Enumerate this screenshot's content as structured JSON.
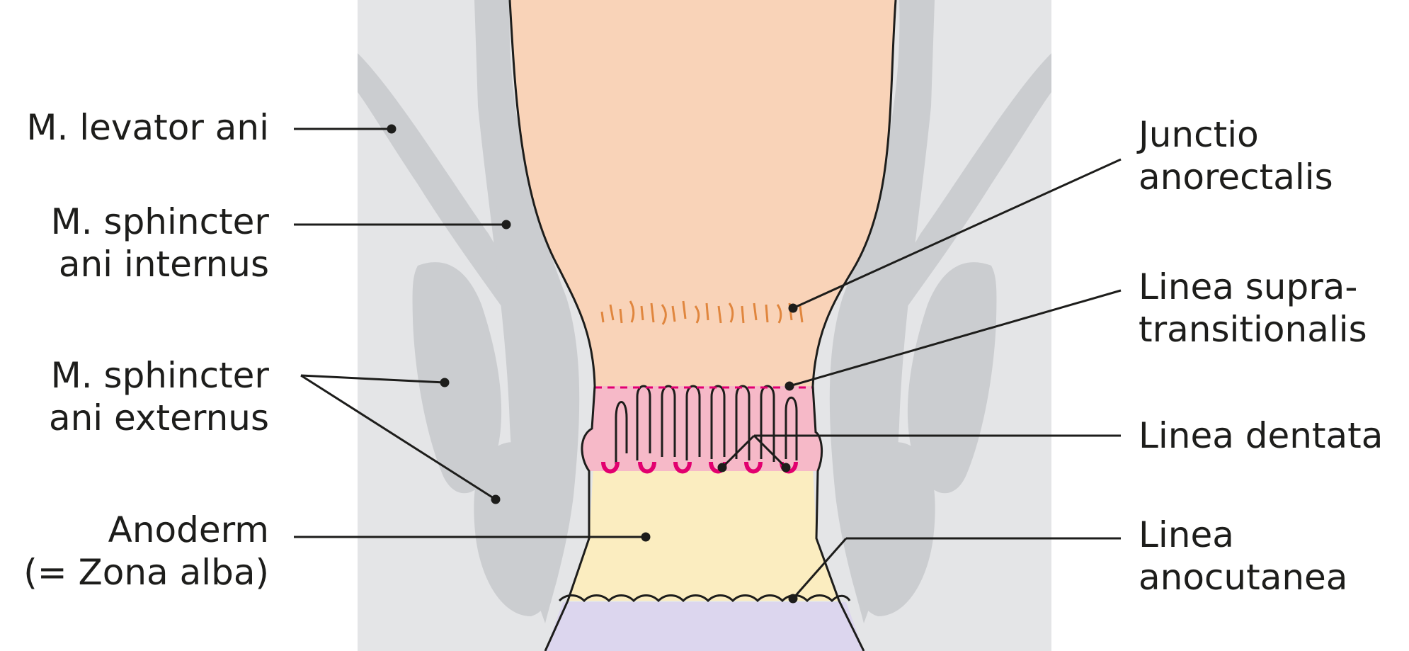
{
  "colors": {
    "background_panel": "#e4e5e7",
    "muscle": "#cbcdd0",
    "rectum_mucosa": "#f9d3b8",
    "transition_zone": "#f6b9c8",
    "anoderm": "#fbedc0",
    "skin": "#dcd6ee",
    "crypt_marks": "#e2006f",
    "junction_marks": "#e0863e",
    "outline": "#1d1d1b"
  },
  "labels_left": [
    {
      "id": "levator",
      "lines": [
        "M. levator ani"
      ]
    },
    {
      "id": "sphincter-internus",
      "lines": [
        "M. sphincter",
        "ani internus"
      ]
    },
    {
      "id": "sphincter-externus",
      "lines": [
        "M. sphincter",
        "ani externus"
      ]
    },
    {
      "id": "anoderm",
      "lines": [
        "Anoderm",
        "(= Zona alba)"
      ]
    }
  ],
  "labels_right": [
    {
      "id": "junctio",
      "lines": [
        "Junctio",
        "anorectalis"
      ]
    },
    {
      "id": "supratransitionalis",
      "lines": [
        "Linea supra-",
        "transitionalis"
      ]
    },
    {
      "id": "dentata",
      "lines": [
        "Linea dentata"
      ]
    },
    {
      "id": "anocutanea",
      "lines": [
        "Linea",
        "anocutanea"
      ]
    }
  ]
}
